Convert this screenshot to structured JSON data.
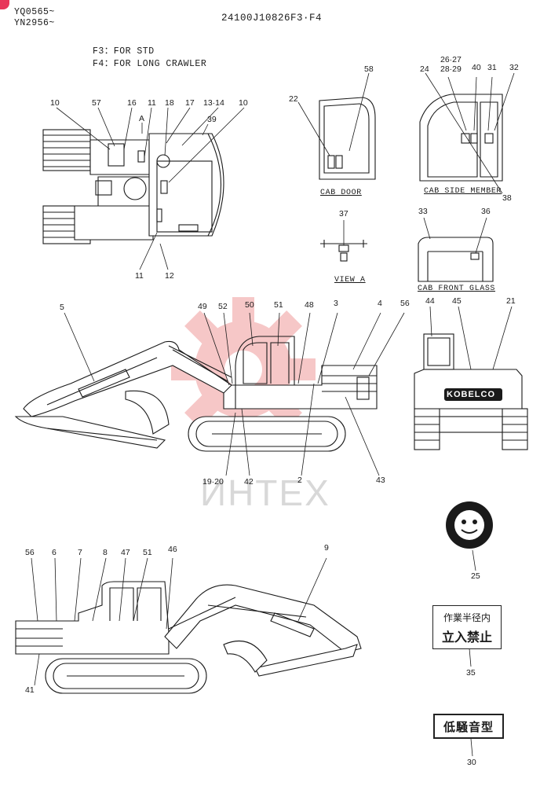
{
  "header": {
    "serial_1": "YQ0565~",
    "serial_2": "YN2956~",
    "part_number": "24100J10826F3·F4"
  },
  "notes": {
    "f3": "F3：FOR  STD",
    "f4": "F4：FOR  LONG  CRAWLER"
  },
  "captions": {
    "cab_door": "CAB DOOR",
    "cab_side_member": "CAB SIDE MEMBER",
    "view_a": "VIEW  A",
    "cab_front_glass": "CAB FRONT GLASS",
    "view_a_letter": "A"
  },
  "signs": {
    "work_radius_line1": "作業半径内",
    "work_radius_line2": "立入禁止",
    "low_noise": "低騒音型",
    "brand": "KOBELCO"
  },
  "watermark": "ИНТЕХ",
  "callouts": {
    "top_view": [
      "10",
      "57",
      "16",
      "11",
      "18",
      "17",
      "13·14",
      "10",
      "39",
      "11",
      "12"
    ],
    "cab_door": [
      "22",
      "58"
    ],
    "cab_side": [
      "24",
      "26·27",
      "28·29",
      "40",
      "31",
      "32",
      "38"
    ],
    "view_a": [
      "37"
    ],
    "cab_front": [
      "33",
      "36"
    ],
    "side_view": [
      "5",
      "49",
      "52",
      "50",
      "51",
      "48",
      "3",
      "4",
      "56",
      "19·20",
      "42",
      "2",
      "43"
    ],
    "rear_view": [
      "44",
      "45",
      "21"
    ],
    "decal_25": "25",
    "bottom_view": [
      "56",
      "6",
      "7",
      "8",
      "47",
      "51",
      "46",
      "9",
      "41"
    ],
    "decal_35": "35",
    "decal_30": "30"
  }
}
